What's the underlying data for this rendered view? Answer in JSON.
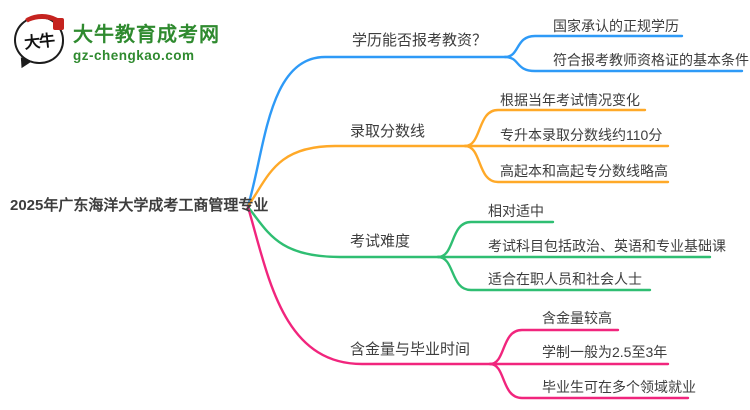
{
  "logo": {
    "mark_text": "大牛",
    "title": "大牛教育成考网",
    "domain": "gz-chengkao.com"
  },
  "mindmap": {
    "root": "2025年广东海洋大学成考工商管理专业",
    "branches": [
      {
        "label": "学历能否报考教资？",
        "color": "#2e9af7",
        "children": [
          "国家承认的正规学历",
          "符合报考教师资格证的基本条件"
        ]
      },
      {
        "label": "录取分数线",
        "color": "#ffa928",
        "children": [
          "根据当年考试情况变化",
          "专升本录取分数线约110分",
          "高起本和高起专分数线略高"
        ]
      },
      {
        "label": "考试难度",
        "color": "#2fbe72",
        "children": [
          "相对适中",
          "考试科目包括政治、英语和专业基础课",
          "适合在职人员和社会人士"
        ]
      },
      {
        "label": "含金量与毕业时间",
        "color": "#f1257d",
        "children": [
          "含金量较高",
          "学制一般为2.5至3年",
          "毕业生可在多个领域就业"
        ]
      }
    ]
  }
}
